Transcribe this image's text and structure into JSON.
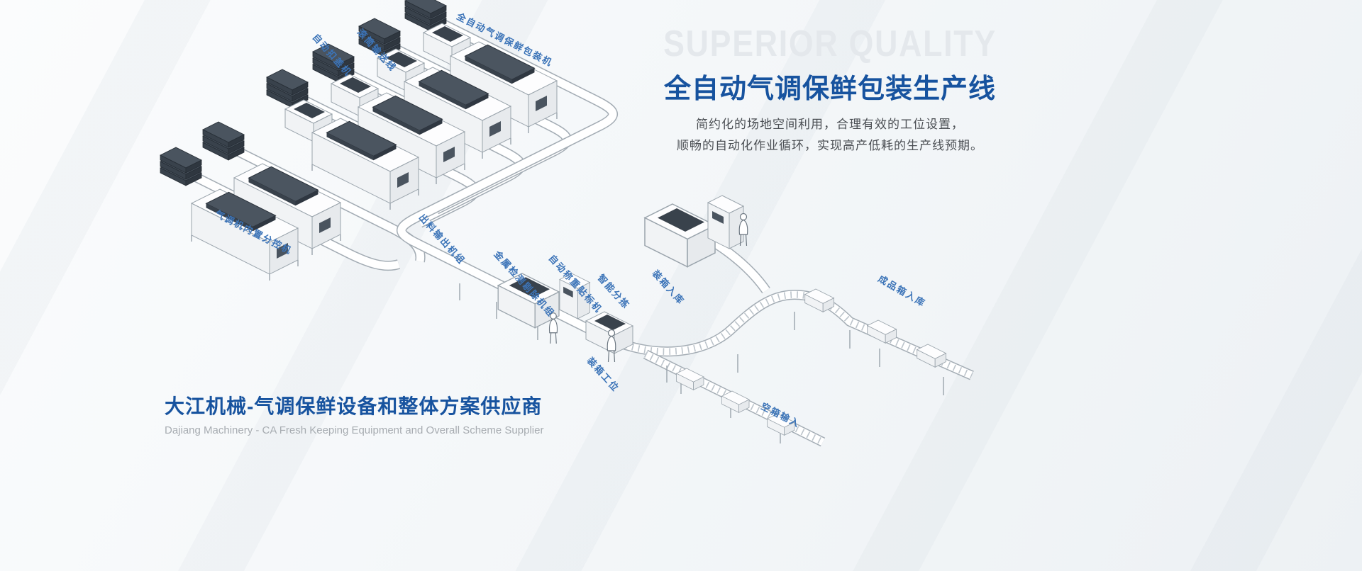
{
  "hero": {
    "watermark": "SUPERIOR QUALITY",
    "title": "全自动气调保鲜包装生产线",
    "subtitle_line1": "简约化的场地空间利用，合理有效的工位设置，",
    "subtitle_line2": "顺畅的自动化作业循环，实现高产低耗的生产线预期。"
  },
  "branding": {
    "title_cn": "大江机械-气调保鲜设备和整体方案供应商",
    "title_en": "Dajiang Machinery - CA Fresh Keeping Equipment and Overall Scheme Supplier"
  },
  "diagram": {
    "labels": [
      {
        "id": "lid-machine",
        "text": "自动扣盖机"
      },
      {
        "id": "roller-conveyor",
        "text": "滚筒输送线"
      },
      {
        "id": "map-packaging-machine",
        "text": "全自动气调保鲜包装机"
      },
      {
        "id": "map-subcontrol",
        "text": "气调机内置分控机"
      },
      {
        "id": "outfeed-unit",
        "text": "出料输出机组"
      },
      {
        "id": "metal-detection",
        "text": "金属检测剔除机组"
      },
      {
        "id": "weigh-labeling",
        "text": "自动称重贴标机"
      },
      {
        "id": "smart-sorting",
        "text": "智能分拣"
      },
      {
        "id": "packing-storage",
        "text": "装箱入库"
      },
      {
        "id": "finished-box-storage",
        "text": "成品箱入库"
      },
      {
        "id": "packing-station",
        "text": "装箱工位"
      },
      {
        "id": "empty-box-input",
        "text": "空箱输入"
      }
    ]
  },
  "colors": {
    "accent_blue": "#17539f",
    "label_blue": "#3c74b8",
    "watermark_gray": "#e4e8ec",
    "subtitle_gray": "#4a4e53",
    "muted_gray": "#a7acb1",
    "line_gray": "#9aa4ac",
    "machine_dark": "#39424c"
  }
}
